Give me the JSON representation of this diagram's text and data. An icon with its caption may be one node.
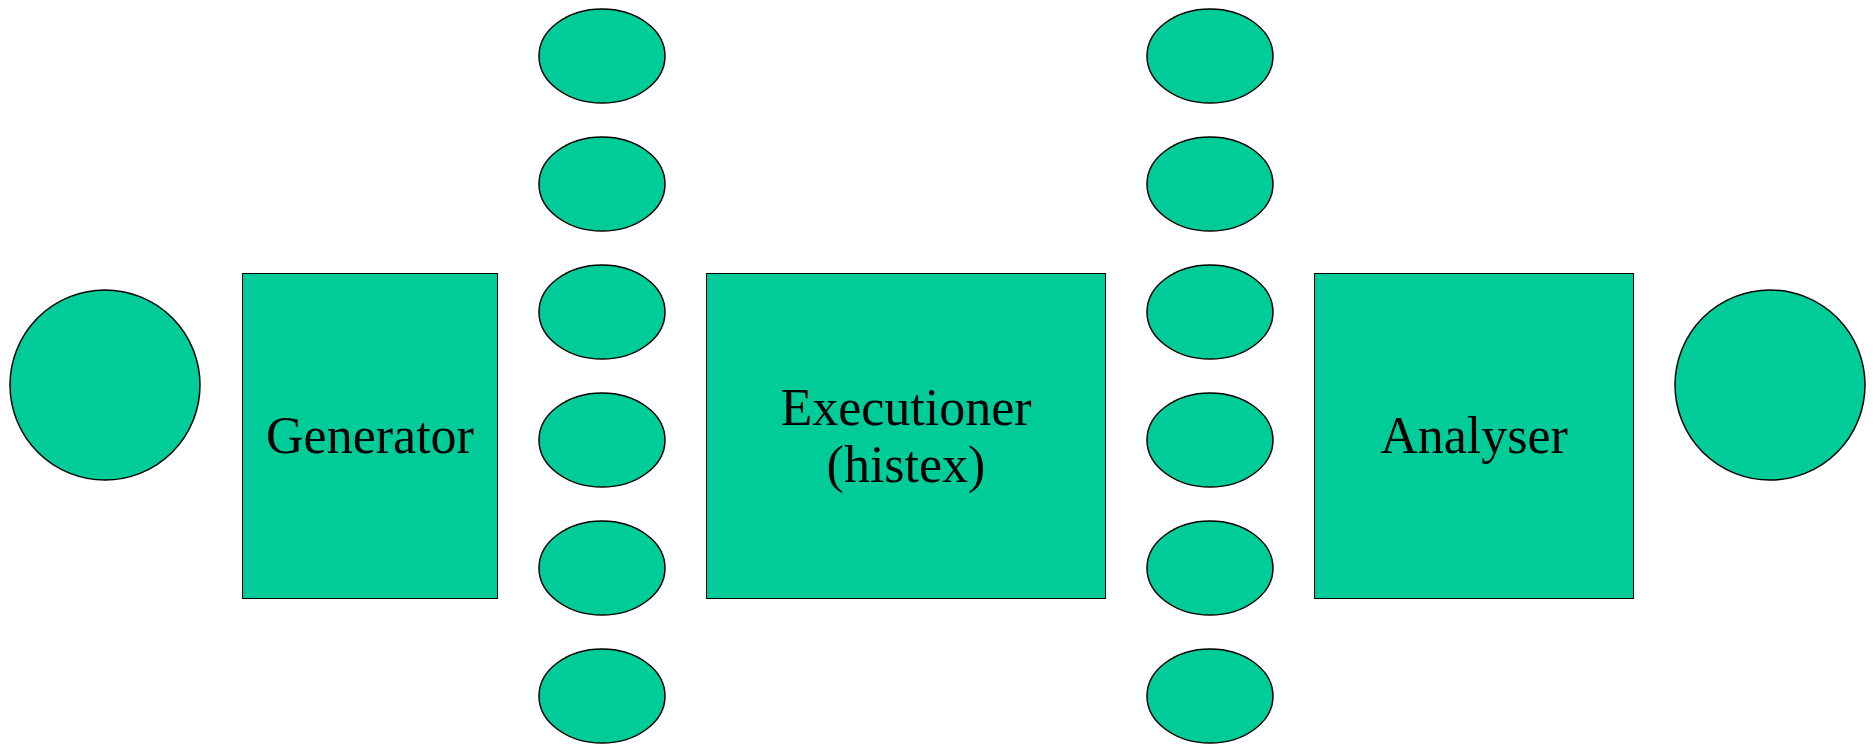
{
  "diagram": {
    "nodes": [
      {
        "text": [],
        "shape": "circle"
      },
      {
        "text": [
          "Generator"
        ]
      },
      {
        "text": [],
        "shape": "ellipse"
      },
      {
        "text": [],
        "shape": "ellipse"
      },
      {
        "text": [],
        "shape": "ellipse"
      },
      {
        "text": [],
        "shape": "ellipse"
      },
      {
        "text": [],
        "shape": "ellipse"
      },
      {
        "text": [],
        "shape": "ellipse"
      },
      {
        "text": [
          "Executioner (histex)"
        ]
      },
      {
        "text": [],
        "shape": "ellipse"
      },
      {
        "text": [],
        "shape": "ellipse"
      },
      {
        "text": [],
        "shape": "ellipse"
      },
      {
        "text": [],
        "shape": "ellipse"
      },
      {
        "text": [],
        "shape": "ellipse"
      },
      {
        "text": [],
        "shape": "ellipse"
      },
      {
        "text": [
          "Analyser"
        ]
      },
      {
        "text": [],
        "shape": "circle"
      }
    ]
  }
}
